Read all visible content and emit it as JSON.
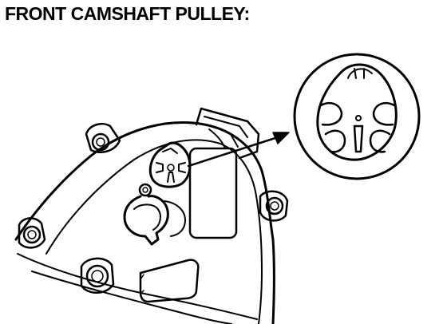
{
  "title": "FRONT CAMSHAFT PULLEY:",
  "diagram": {
    "parts": [
      "timing-belt-cover",
      "camshaft-pulley-window",
      "inspection-window",
      "detail-magnifier",
      "pointer-arrow"
    ]
  }
}
